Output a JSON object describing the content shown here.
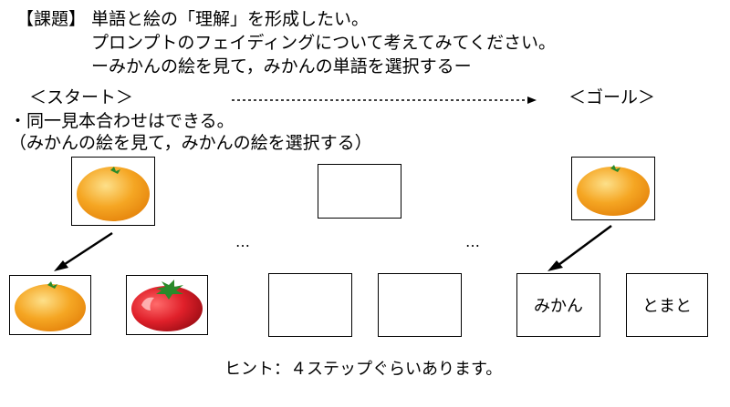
{
  "task": {
    "bracket_label": "【課題】",
    "line1": "単語と絵の「理解」を形成したい。",
    "line2": "プロンプトのフェイディングについて考えてみてください。",
    "line3": "ーみかんの絵を見て，みかんの単語を選択するー"
  },
  "progress": {
    "start_label": "＜スタート＞",
    "goal_label": "＜ゴール＞"
  },
  "start_note": {
    "line1": "・同一見本合わせはできる。",
    "line2": "（みかんの絵を見て，みかんの絵を選択する）"
  },
  "steps": {
    "ellipsis_left": "…",
    "ellipsis_right": "…"
  },
  "goal_choices": {
    "word_orange": "みかん",
    "word_tomato": "とまと"
  },
  "hint": "ヒント：４ステップぐらいあります。",
  "colors": {
    "orange": "#f5a020",
    "orange_light": "#fcd070",
    "tomato": "#e0202a",
    "leaf": "#2a8a2a"
  }
}
